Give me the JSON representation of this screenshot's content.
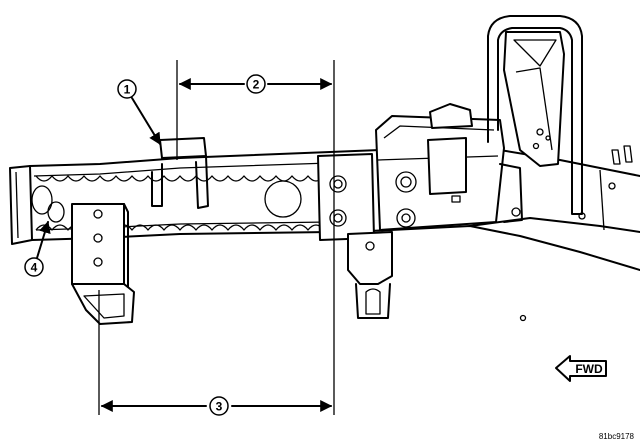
{
  "callouts": [
    {
      "label": "1"
    },
    {
      "label": "2"
    },
    {
      "label": "3"
    },
    {
      "label": "4"
    }
  ],
  "direction_arrow": {
    "label": "FWD"
  },
  "figure_code": "81bc9178"
}
